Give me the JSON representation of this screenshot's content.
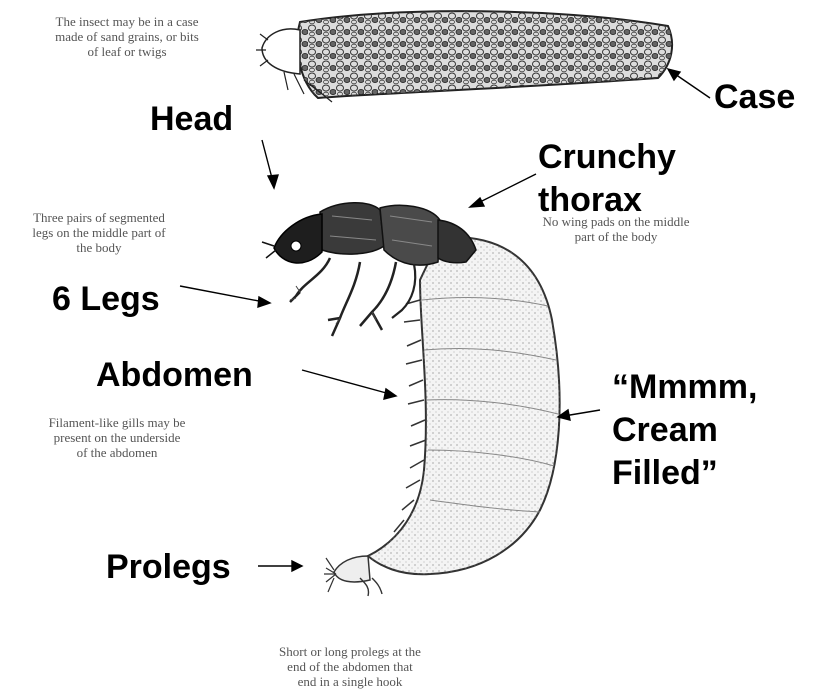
{
  "notes": {
    "case_note": [
      "The insect may be in a case",
      "made of sand grains, or bits",
      "of leaf or twigs"
    ],
    "legs_note": [
      "Three pairs of segmented",
      "legs on the middle part of",
      "the body"
    ],
    "wing_note": [
      "No wing pads on the middle",
      "part of the body"
    ],
    "gills_note": [
      "Filament-like gills may be",
      "present on the underside",
      "of the abdomen"
    ],
    "prolegs_note": [
      "Short or long prolegs at the",
      "end of the abdomen that",
      "end in a single hook"
    ]
  },
  "labels": {
    "case": "Case",
    "head": "Head",
    "thorax": [
      "Crunchy",
      "thorax"
    ],
    "legs": "6 Legs",
    "abdomen": "Abdomen",
    "cream": [
      "“Mmmm,",
      "Cream",
      "Filled”"
    ],
    "prolegs": "Prolegs"
  },
  "colors": {
    "label": "#000000",
    "note": "#555555",
    "ink": "#222222"
  }
}
